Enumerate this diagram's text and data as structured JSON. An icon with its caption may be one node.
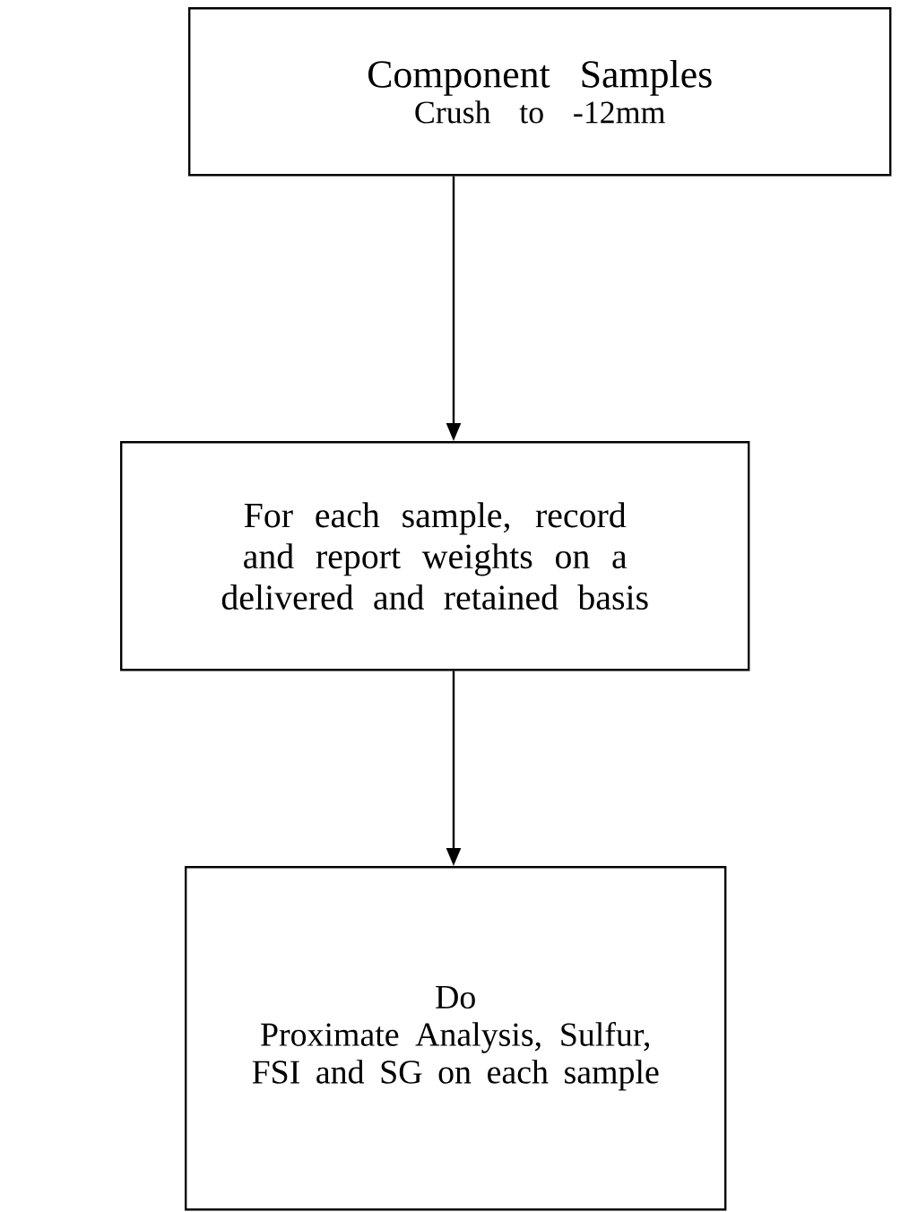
{
  "diagram": {
    "nodes": [
      {
        "text": [
          "Component Samples",
          "Crush to -12mm"
        ]
      },
      {
        "text": [
          "For each sample, record and report weights on a delivered and retained basis"
        ]
      },
      {
        "text": [
          "Do",
          "Proximate Analysis, Sulfur, FSI and SG on each sample"
        ]
      }
    ],
    "edges": [
      {
        "from": 0,
        "to": 1,
        "arrow": "to"
      },
      {
        "from": 1,
        "to": 2,
        "arrow": "to"
      }
    ]
  }
}
